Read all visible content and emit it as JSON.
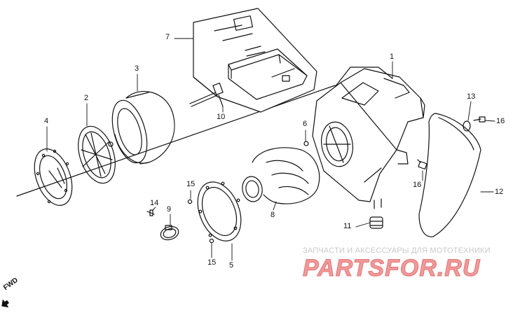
{
  "diagram": {
    "callouts": [
      "7",
      "1",
      "3",
      "2",
      "4",
      "10",
      "6",
      "13",
      "16",
      "16",
      "12",
      "15",
      "14",
      "9",
      "8",
      "11",
      "15",
      "5"
    ],
    "fwd_label": "FWD",
    "line_color": "#111111"
  },
  "watermark": {
    "caption": "ЗАПЧАСТИ И АКСЕССУАРЫ ДЛЯ МОТОТЕХНИКИ",
    "brand": "PARTSFOR.RU",
    "caption_color": "#c9c9c9",
    "brand_color": "#ef9a9a"
  }
}
